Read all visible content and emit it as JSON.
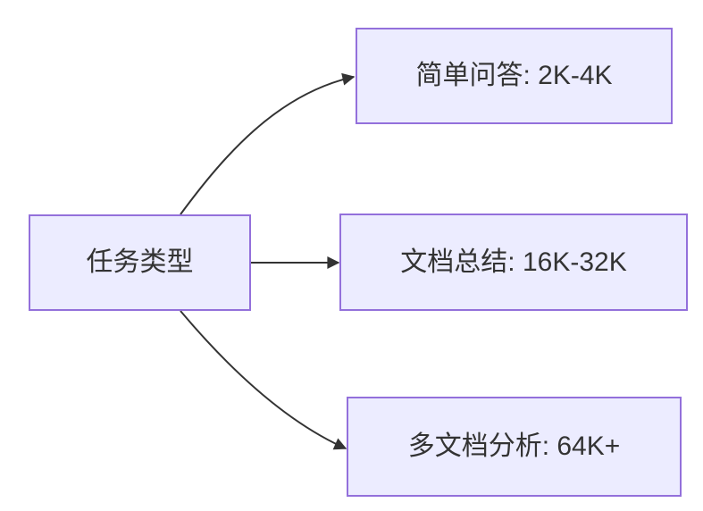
{
  "diagram": {
    "type": "flowchart-lr",
    "colors": {
      "node_fill": "#ECECFF",
      "node_border": "#9370DB",
      "edge_color": "#333333",
      "text_color": "#333333",
      "background": "#ffffff"
    },
    "root": {
      "label": "任务类型"
    },
    "branches": [
      {
        "label": "简单问答: 2K-4K"
      },
      {
        "label": "文档总结: 16K-32K"
      },
      {
        "label": "多文档分析: 64K+"
      }
    ]
  }
}
